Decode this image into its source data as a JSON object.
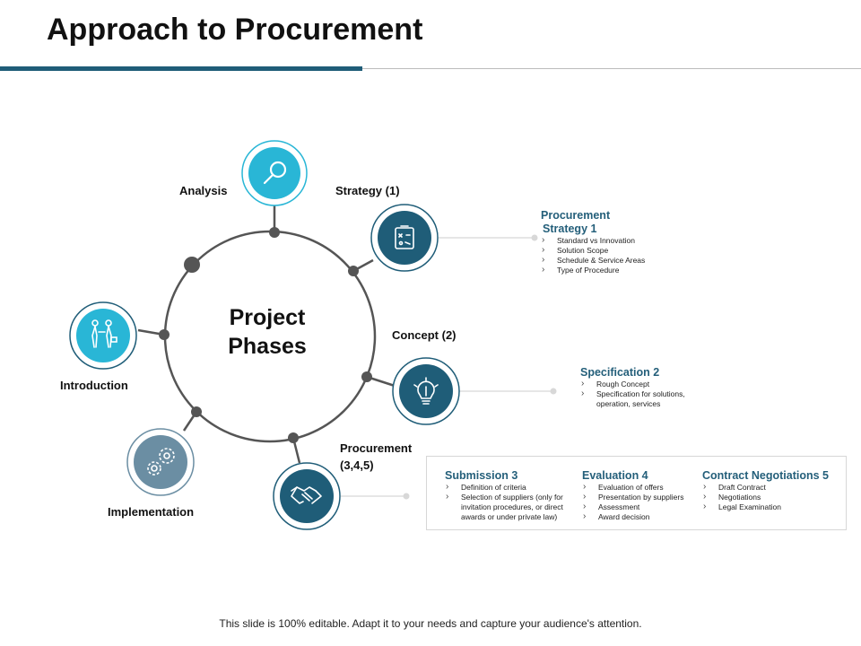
{
  "title": "Approach to Procurement",
  "center": {
    "line1": "Project",
    "line2": "Phases"
  },
  "phases": {
    "analysis": "Analysis",
    "strategy": "Strategy (1)",
    "concept": "Concept (2)",
    "procurement_line1": "Procurement",
    "procurement_line2": "(3,4,5)",
    "introduction": "Introduction",
    "implementation": "Implementation"
  },
  "strategy_info": {
    "title_line1": "Procurement",
    "title_line2": "Strategy 1",
    "items": [
      "Standard vs Innovation",
      "Solution Scope",
      "Schedule & Service Areas",
      "Type of Procedure"
    ]
  },
  "specification_info": {
    "title": "Specification 2",
    "items": [
      "Rough Concept",
      "Specification for solutions, operation, services"
    ]
  },
  "procurement_box": {
    "submission": {
      "title": "Submission 3",
      "items": [
        "Definition of criteria",
        "Selection of suppliers (only for invitation procedures, or direct awards or under private law)"
      ]
    },
    "evaluation": {
      "title": "Evaluation 4",
      "items": [
        "Evaluation of offers",
        "Presentation by suppliers",
        "Assessment",
        "Award decision"
      ]
    },
    "contract": {
      "title": "Contract Negotiations 5",
      "items": [
        "Draft Contract",
        "Negotiations",
        "Legal Examination"
      ]
    }
  },
  "icons": {
    "analysis": "magnifier-icon",
    "strategy": "strategy-board-icon",
    "concept": "lightbulb-icon",
    "procurement": "handshake-icon",
    "introduction": "people-meeting-icon",
    "implementation": "gears-icon"
  },
  "colors": {
    "accent_dark": "#1f5d78",
    "accent_light": "#29b6d6",
    "gear_gray": "#6b8ea3",
    "heading_blue": "#245f7a"
  },
  "footer": "This slide is 100% editable. Adapt it to your needs and capture your audience's attention."
}
